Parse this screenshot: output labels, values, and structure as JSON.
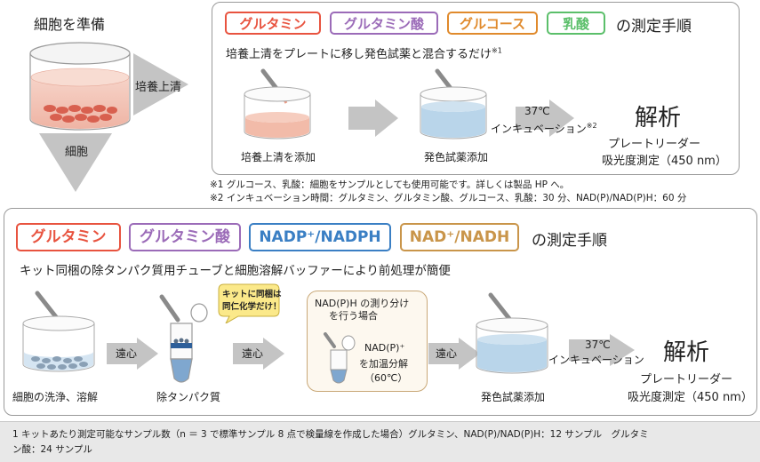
{
  "top_left": {
    "title": "細胞を準備",
    "supernatant_label": "培養上清",
    "cells_label": "細胞"
  },
  "panel1": {
    "tags": [
      {
        "label": "グルタミン",
        "color": "#e8533f"
      },
      {
        "label": "グルタミン酸",
        "color": "#9b6bb8"
      },
      {
        "label": "グルコース",
        "color": "#e08a2c"
      },
      {
        "label": "乳酸",
        "color": "#5bbf6a"
      }
    ],
    "tag_suffix": "の測定手順",
    "subtitle": "培養上清をプレートに移し発色試薬と混合するだけ",
    "subtitle_note": "※1",
    "step1_label": "培養上清を添加",
    "step2_label": "発色試薬添加",
    "incubate_temp": "37℃",
    "incubate_label": "インキュベーション",
    "incubate_note": "※2",
    "analysis_title": "解析",
    "analysis_line1": "プレートリーダー",
    "analysis_line2": "吸光度測定（450 nm）"
  },
  "notes": [
    "※1 グルコース、乳酸：細胞をサンプルとしても使用可能です。詳しくは製品 HP へ。",
    "※2 インキュベーション時間：グルタミン、グルタミン酸、グルコース、乳酸：30 分、NAD(P)/NAD(P)H：60 分"
  ],
  "panel2": {
    "tags": [
      {
        "label": "グルタミン",
        "color": "#e8533f"
      },
      {
        "label": "グルタミン酸",
        "color": "#9b6bb8"
      },
      {
        "label": "NADP⁺/NADPH",
        "color": "#3a7fc4"
      },
      {
        "label": "NAD⁺/NADH",
        "color": "#c9954a"
      }
    ],
    "tag_suffix": "の測定手順",
    "subtitle": "キット同梱の除タンパク質用チューブと細胞溶解バッファーにより前処理が簡便",
    "step1_label": "細胞の洗浄、溶解",
    "centrifuge_label": "遠心",
    "bubble_line1": "キットに同梱は",
    "bubble_line2": "同仁化学だけ！",
    "step2_label": "除タンパク質",
    "box_title_line1": "NAD(P)H の測り分け",
    "box_title_line2": "を行う場合",
    "box_text_line1": "NAD(P)⁺",
    "box_text_line2": "を加温分解",
    "box_text_line3": "（60℃）",
    "step3_label": "発色試薬添加",
    "incubate_temp": "37℃",
    "incubate_label": "インキュベーション",
    "analysis_title": "解析",
    "analysis_line1": "プレートリーダー",
    "analysis_line2": "吸光度測定（450 nm）"
  },
  "footer": {
    "line1": "1 キットあたり測定可能なサンプル数（n ＝ 3 で標準サンプル 8 点で検量線を作成した場合）グルタミン、NAD(P)/NAD(P)H：12 サンプル　グルタミ",
    "line2": "ン酸：24 サンプル"
  }
}
